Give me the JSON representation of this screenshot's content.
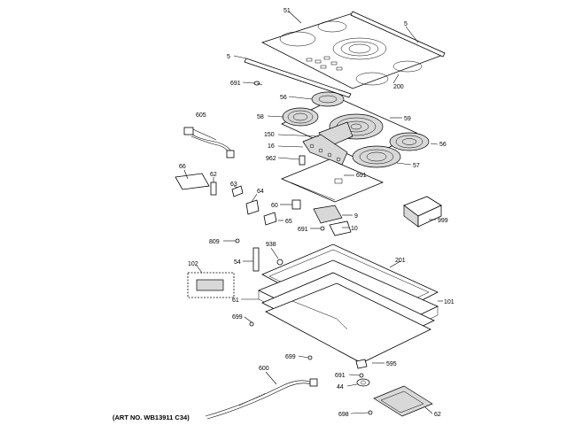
{
  "diagram": {
    "art_number": "(ART NO. WB13911 C34)",
    "callouts": [
      {
        "id": "51",
        "text": "51"
      },
      {
        "id": "5a",
        "text": "5"
      },
      {
        "id": "5b",
        "text": "5"
      },
      {
        "id": "691a",
        "text": "691"
      },
      {
        "id": "200",
        "text": "200"
      },
      {
        "id": "56a",
        "text": "56"
      },
      {
        "id": "58",
        "text": "58"
      },
      {
        "id": "59",
        "text": "59"
      },
      {
        "id": "605",
        "text": "605"
      },
      {
        "id": "150",
        "text": "150"
      },
      {
        "id": "56b",
        "text": "56"
      },
      {
        "id": "16",
        "text": "16"
      },
      {
        "id": "962",
        "text": "962"
      },
      {
        "id": "57",
        "text": "57"
      },
      {
        "id": "66",
        "text": "66"
      },
      {
        "id": "62a",
        "text": "62"
      },
      {
        "id": "691b",
        "text": "691"
      },
      {
        "id": "63",
        "text": "63"
      },
      {
        "id": "64",
        "text": "64"
      },
      {
        "id": "60",
        "text": "60"
      },
      {
        "id": "65",
        "text": "65"
      },
      {
        "id": "9",
        "text": "9"
      },
      {
        "id": "691c",
        "text": "691"
      },
      {
        "id": "10",
        "text": "10"
      },
      {
        "id": "999",
        "text": "999"
      },
      {
        "id": "809",
        "text": "809"
      },
      {
        "id": "938",
        "text": "938"
      },
      {
        "id": "201",
        "text": "201"
      },
      {
        "id": "54",
        "text": "54"
      },
      {
        "id": "102",
        "text": "102"
      },
      {
        "id": "61",
        "text": "61"
      },
      {
        "id": "101",
        "text": "101"
      },
      {
        "id": "699a",
        "text": "699"
      },
      {
        "id": "699b",
        "text": "699"
      },
      {
        "id": "595",
        "text": "595"
      },
      {
        "id": "600",
        "text": "600"
      },
      {
        "id": "691d",
        "text": "691"
      },
      {
        "id": "44",
        "text": "44"
      },
      {
        "id": "698",
        "text": "698"
      },
      {
        "id": "62b",
        "text": "62"
      }
    ]
  }
}
